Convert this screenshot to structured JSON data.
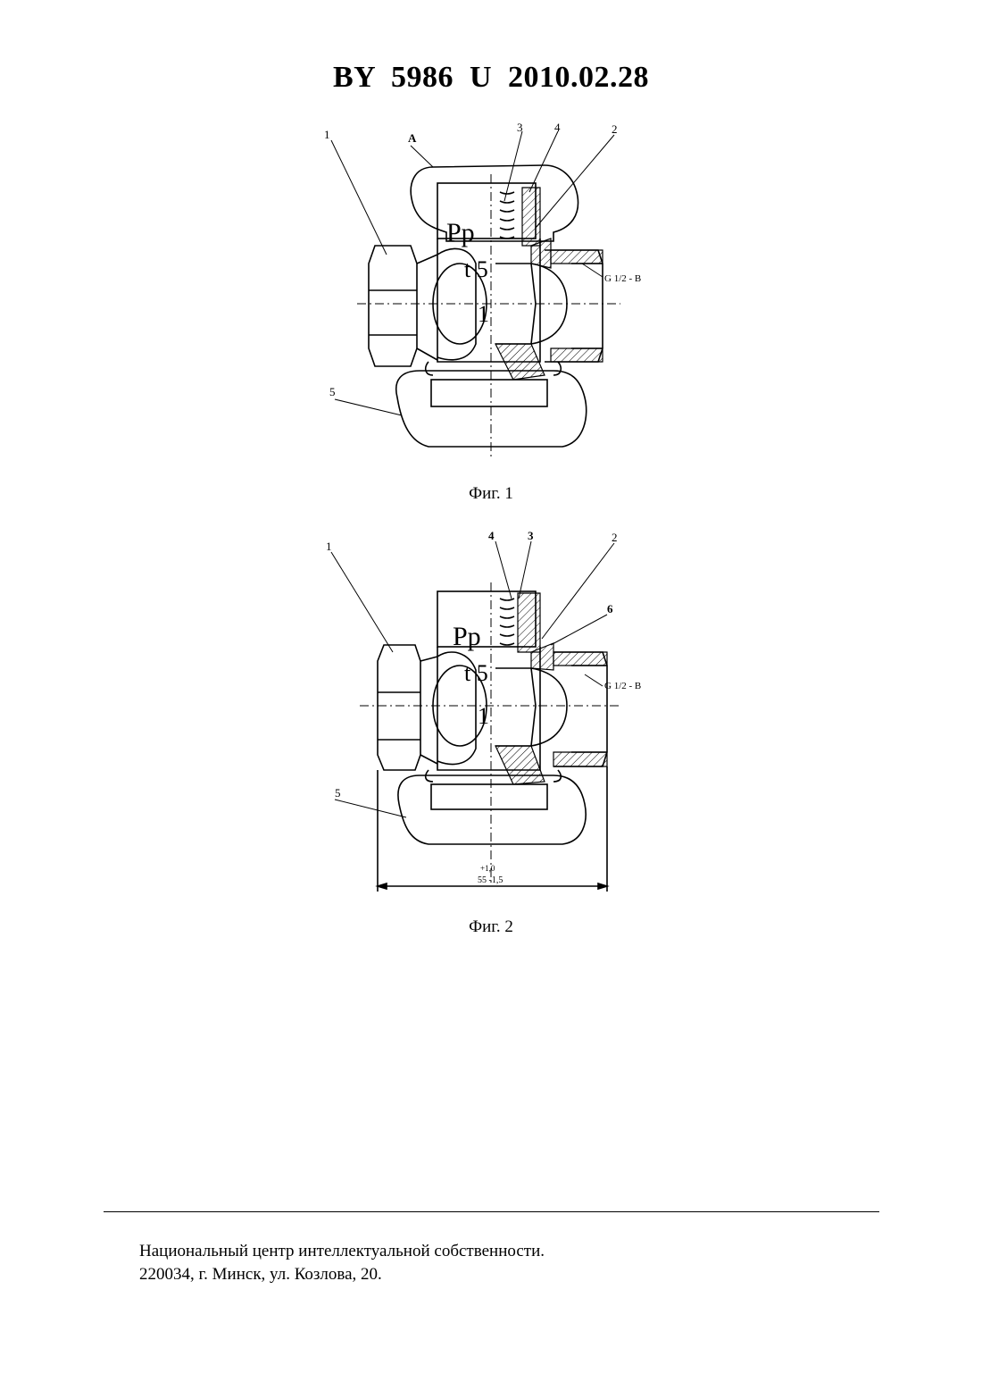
{
  "header": {
    "title": "BY  5986  U  2010.02.28"
  },
  "figure1": {
    "caption": "Фиг. 1",
    "labels": {
      "n1": "1",
      "n2": "2",
      "n3": "3",
      "n4": "4",
      "n5": "5",
      "a": "А",
      "thread": "G 1/2 - B"
    },
    "body_text": {
      "pp": "Pp",
      "t": "t 5",
      "one": "1"
    }
  },
  "figure2": {
    "caption": "Фиг. 2",
    "labels": {
      "n1": "1",
      "n2": "2",
      "n3": "3",
      "n4": "4",
      "n5": "5",
      "n6": "6",
      "thread": "G 1/2 - B"
    },
    "body_text": {
      "pp": "Pp",
      "t": "t 5",
      "one": "1"
    },
    "dimension": {
      "tol_upper": "+1,0",
      "value": "55 -1,5"
    }
  },
  "footer": {
    "line1": "Национальный центр интеллектуальной собственности.",
    "line2": "220034, г. Минск, ул. Козлова, 20."
  }
}
